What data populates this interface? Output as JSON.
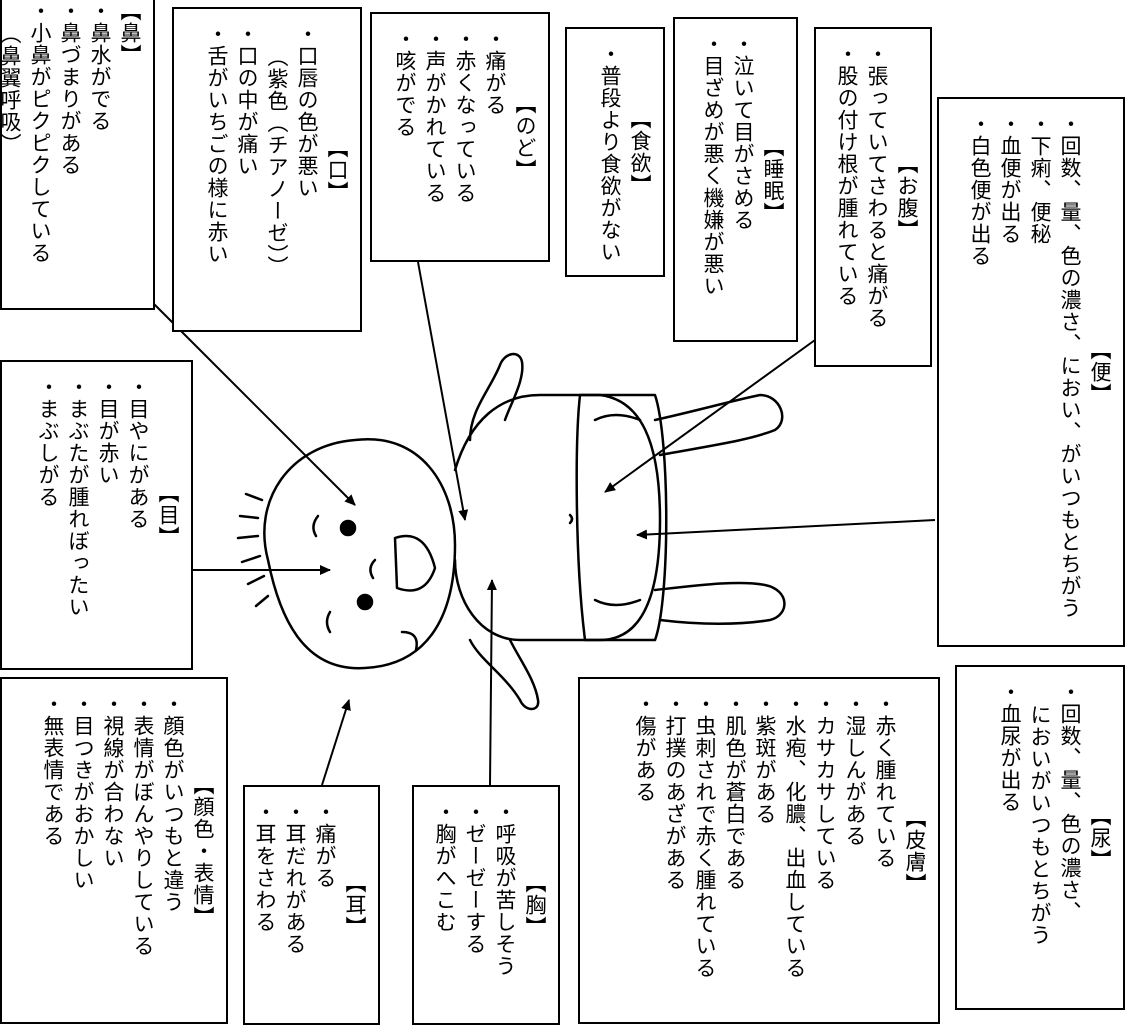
{
  "boxes": {
    "nose": {
      "title": "【鼻】",
      "lines": [
        "・鼻水がでる",
        "・鼻づまりがある",
        "・小鼻がピクピクしている"
      ],
      "extra": "（鼻翼呼吸）"
    },
    "mouth": {
      "title": "【口】",
      "lines": [
        "・口唇の色が悪い"
      ],
      "extra": "（紫色（チアノーゼ））",
      "lines2": [
        "・口の中が痛い",
        "・舌がいちごの様に赤い"
      ]
    },
    "throat": {
      "title": "【のど】",
      "lines": [
        "・痛がる",
        "・赤くなっている",
        "・声がかれている",
        "・咳がでる"
      ]
    },
    "appetite": {
      "title": "【食欲】",
      "lines": [
        "・普段より食欲がない"
      ]
    },
    "sleep": {
      "title": "【睡眠】",
      "lines": [
        "・泣いて目がさめる",
        "・目ざめが悪く機嫌が悪い"
      ]
    },
    "belly": {
      "title": "【お腹】",
      "lines": [
        "・張っていてさわると痛がる",
        "・股の付け根が腫れている"
      ]
    },
    "stool": {
      "title": "【便】",
      "lines": [
        "・回数、量、色の濃さ、におい、がいつもとちがう",
        "・下痢、便秘",
        "・血便が出る",
        "・白色便が出る"
      ]
    },
    "eye": {
      "title": "【目】",
      "lines": [
        "・目やにがある",
        "・目が赤い",
        "・まぶたが腫れぼったい",
        "・まぶしがる"
      ]
    },
    "face": {
      "title": "【顔色・表情】",
      "lines": [
        "・顔色がいつもと違う",
        "・表情がぼんやりしている",
        "・視線が合わない",
        "・目つきがおかしい",
        "・無表情である"
      ]
    },
    "ear": {
      "title": "【耳】",
      "lines": [
        "・痛がる",
        "・耳だれがある",
        "・耳をさわる"
      ]
    },
    "chest": {
      "title": "【胸】",
      "lines": [
        "・呼吸が苦しそう",
        "・ゼーゼーする",
        "・胸がへこむ"
      ]
    },
    "skin": {
      "title": "【皮膚】",
      "lines": [
        "・赤く腫れている",
        "・湿しんがある",
        "・カサカサしている",
        "・水疱、化膿、出血している",
        "・紫斑がある",
        "・肌色が蒼白である",
        "・虫刺されで赤く腫れている",
        "・打撲のあざがある",
        "・傷がある"
      ]
    },
    "urine": {
      "title": "【尿】",
      "lines": [
        "・回数、量、色の濃さ、"
      ],
      "extra": "においがいつもとちがう",
      "lines2": [
        "・血尿が出る"
      ]
    }
  }
}
